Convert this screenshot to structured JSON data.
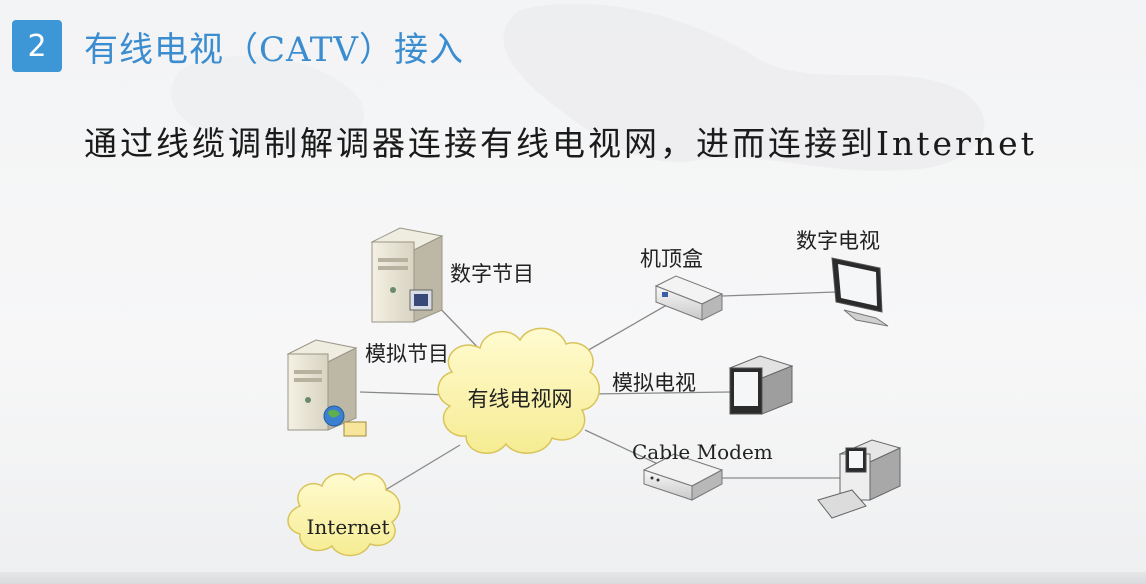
{
  "slide": {
    "number": "2",
    "title": "有线电视（CATV）接入",
    "subtitle": "通过线缆调制解调器连接有线电视网，进而连接到Internet"
  },
  "diagram": {
    "cloud_center": "有线电视网",
    "cloud_internet": "Internet",
    "server_digital": "数字节目",
    "server_analog": "模拟节目",
    "settop_box": "机顶盒",
    "digital_tv": "数字电视",
    "analog_tv": "模拟电视",
    "cable_modem": "Cable Modem"
  }
}
